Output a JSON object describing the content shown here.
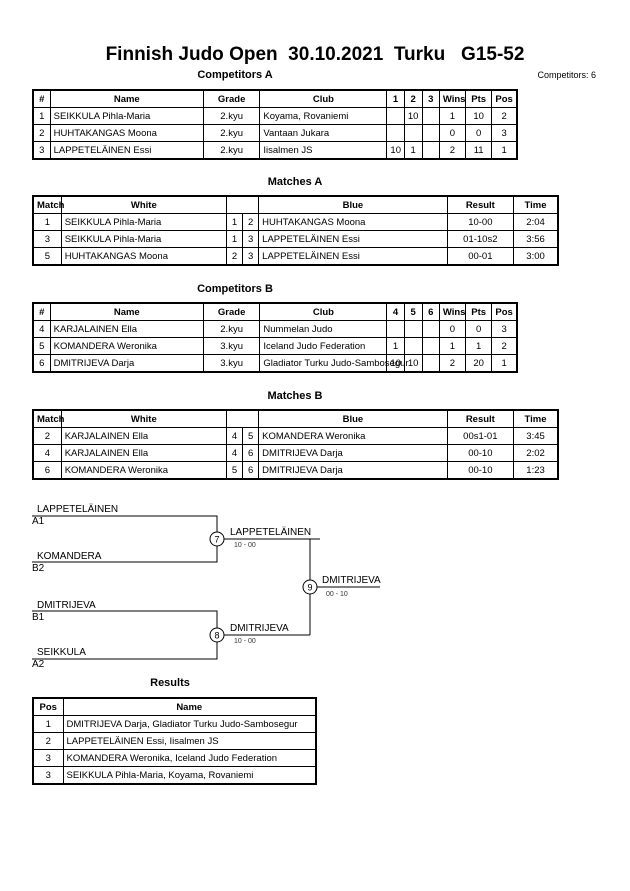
{
  "header": {
    "title": "Finnish Judo Open  30.10.2021  Turku   G15-52",
    "competitors_count": "Competitors: 6"
  },
  "competitors_a": {
    "heading": "Competitors A",
    "columns": [
      "#",
      "Name",
      "Grade",
      "Club",
      "1",
      "2",
      "3",
      "Wins",
      "Pts",
      "Pos"
    ],
    "rows": [
      [
        "1",
        "SEIKKULA Pihla-Maria",
        "2.kyu",
        "Koyama, Rovaniemi",
        "",
        "10",
        "",
        "1",
        "10",
        "2"
      ],
      [
        "2",
        "HUHTAKANGAS Moona",
        "2.kyu",
        "Vantaan Jukara",
        "",
        "",
        "",
        "0",
        "0",
        "3"
      ],
      [
        "3",
        "LAPPETELÄINEN Essi",
        "2.kyu",
        "Iisalmen JS",
        "10",
        "1",
        "",
        "2",
        "11",
        "1"
      ]
    ]
  },
  "matches_a": {
    "heading": "Matches A",
    "columns": [
      "Match",
      "White",
      "",
      "",
      "Blue",
      "Result",
      "Time"
    ],
    "rows": [
      [
        "1",
        "SEIKKULA Pihla-Maria",
        "1",
        "2",
        "HUHTAKANGAS Moona",
        "10-00",
        "2:04"
      ],
      [
        "3",
        "SEIKKULA Pihla-Maria",
        "1",
        "3",
        "LAPPETELÄINEN Essi",
        "01-10s2",
        "3:56"
      ],
      [
        "5",
        "HUHTAKANGAS Moona",
        "2",
        "3",
        "LAPPETELÄINEN Essi",
        "00-01",
        "3:00"
      ]
    ]
  },
  "competitors_b": {
    "heading": "Competitors B",
    "columns": [
      "#",
      "Name",
      "Grade",
      "Club",
      "4",
      "5",
      "6",
      "Wins",
      "Pts",
      "Pos"
    ],
    "rows": [
      [
        "4",
        "KARJALAINEN Ella",
        "2.kyu",
        "Nummelan Judo",
        "",
        "",
        "",
        "0",
        "0",
        "3"
      ],
      [
        "5",
        "KOMANDERA Weronika",
        "3.kyu",
        "Iceland Judo Federation",
        "1",
        "",
        "",
        "1",
        "1",
        "2"
      ],
      [
        "6",
        "DMITRIJEVA Darja",
        "3.kyu",
        "Gladiator Turku Judo-Sambosegur",
        "10",
        "10",
        "",
        "2",
        "20",
        "1"
      ]
    ]
  },
  "matches_b": {
    "heading": "Matches B",
    "columns": [
      "Match",
      "White",
      "",
      "",
      "Blue",
      "Result",
      "Time"
    ],
    "rows": [
      [
        "2",
        "KARJALAINEN Ella",
        "4",
        "5",
        "KOMANDERA Weronika",
        "00s1-01",
        "3:45"
      ],
      [
        "4",
        "KARJALAINEN Ella",
        "4",
        "6",
        "DMITRIJEVA Darja",
        "00-10",
        "2:02"
      ],
      [
        "6",
        "KOMANDERA Weronika",
        "5",
        "6",
        "DMITRIJEVA Darja",
        "00-10",
        "1:23"
      ]
    ]
  },
  "bracket": {
    "entrants": [
      {
        "name": "LAPPETELÄINEN",
        "slot": "A1"
      },
      {
        "name": "KOMANDERA",
        "slot": "B2"
      },
      {
        "name": "DMITRIJEVA",
        "slot": "B1"
      },
      {
        "name": "SEIKKULA",
        "slot": "A2"
      }
    ],
    "semi1": {
      "match": "7",
      "winner": "LAPPETELÄINEN",
      "score": "10 - 00"
    },
    "semi2": {
      "match": "8",
      "winner": "DMITRIJEVA",
      "score": "10 - 00"
    },
    "final": {
      "match": "9",
      "winner": "DMITRIJEVA",
      "score": "00 - 10"
    }
  },
  "results": {
    "heading": "Results",
    "columns": [
      "Pos",
      "Name"
    ],
    "rows": [
      [
        "1",
        "DMITRIJEVA Darja, Gladiator Turku Judo-Sambosegur"
      ],
      [
        "2",
        "LAPPETELÄINEN Essi, Iisalmen JS"
      ],
      [
        "3",
        "KOMANDERA Weronika, Iceland Judo Federation"
      ],
      [
        "3",
        "SEIKKULA Pihla-Maria, Koyama, Rovaniemi"
      ]
    ]
  }
}
